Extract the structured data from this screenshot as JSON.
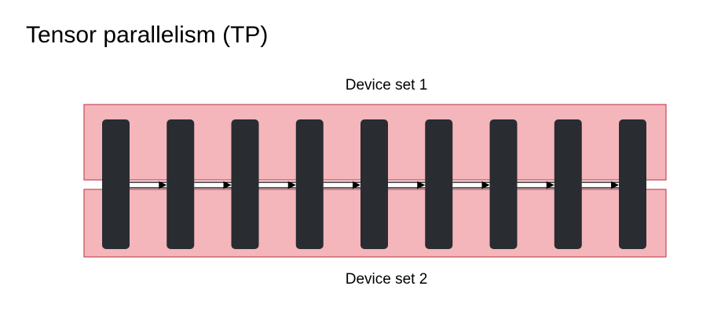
{
  "title": "Tensor parallelism (TP)",
  "device_sets": [
    {
      "label": "Device set 1"
    },
    {
      "label": "Device set 2"
    }
  ],
  "layer_count": 9,
  "colors": {
    "set_fill": "#f4b6bb",
    "set_stroke": "#c44a55",
    "layer_fill": "#292c31",
    "arrow": "#000000"
  }
}
